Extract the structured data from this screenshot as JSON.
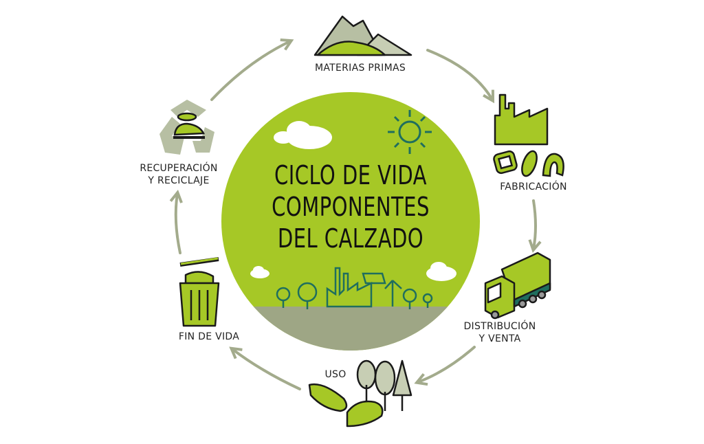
{
  "title": {
    "lines": [
      "CICLO DE VIDA",
      "COMPONENTES",
      "DEL CALZADO"
    ]
  },
  "stages": {
    "materias_primas": "MATERIAS PRIMAS",
    "fabricacion": "FABRICACIÓN",
    "distribucion": [
      "DISTRIBUCIÓN",
      "Y VENTA"
    ],
    "uso": "USO",
    "fin_de_vida": "FIN DE VIDA",
    "recuperacion": [
      "RECUPERACIÓN",
      "Y RECICLAJE"
    ]
  },
  "colors": {
    "main_green": "#a6c826",
    "arrow": "#a3ab8c",
    "ground": "#9ea685",
    "teal": "#1f6e5e",
    "outline": "#1a1a1a"
  }
}
